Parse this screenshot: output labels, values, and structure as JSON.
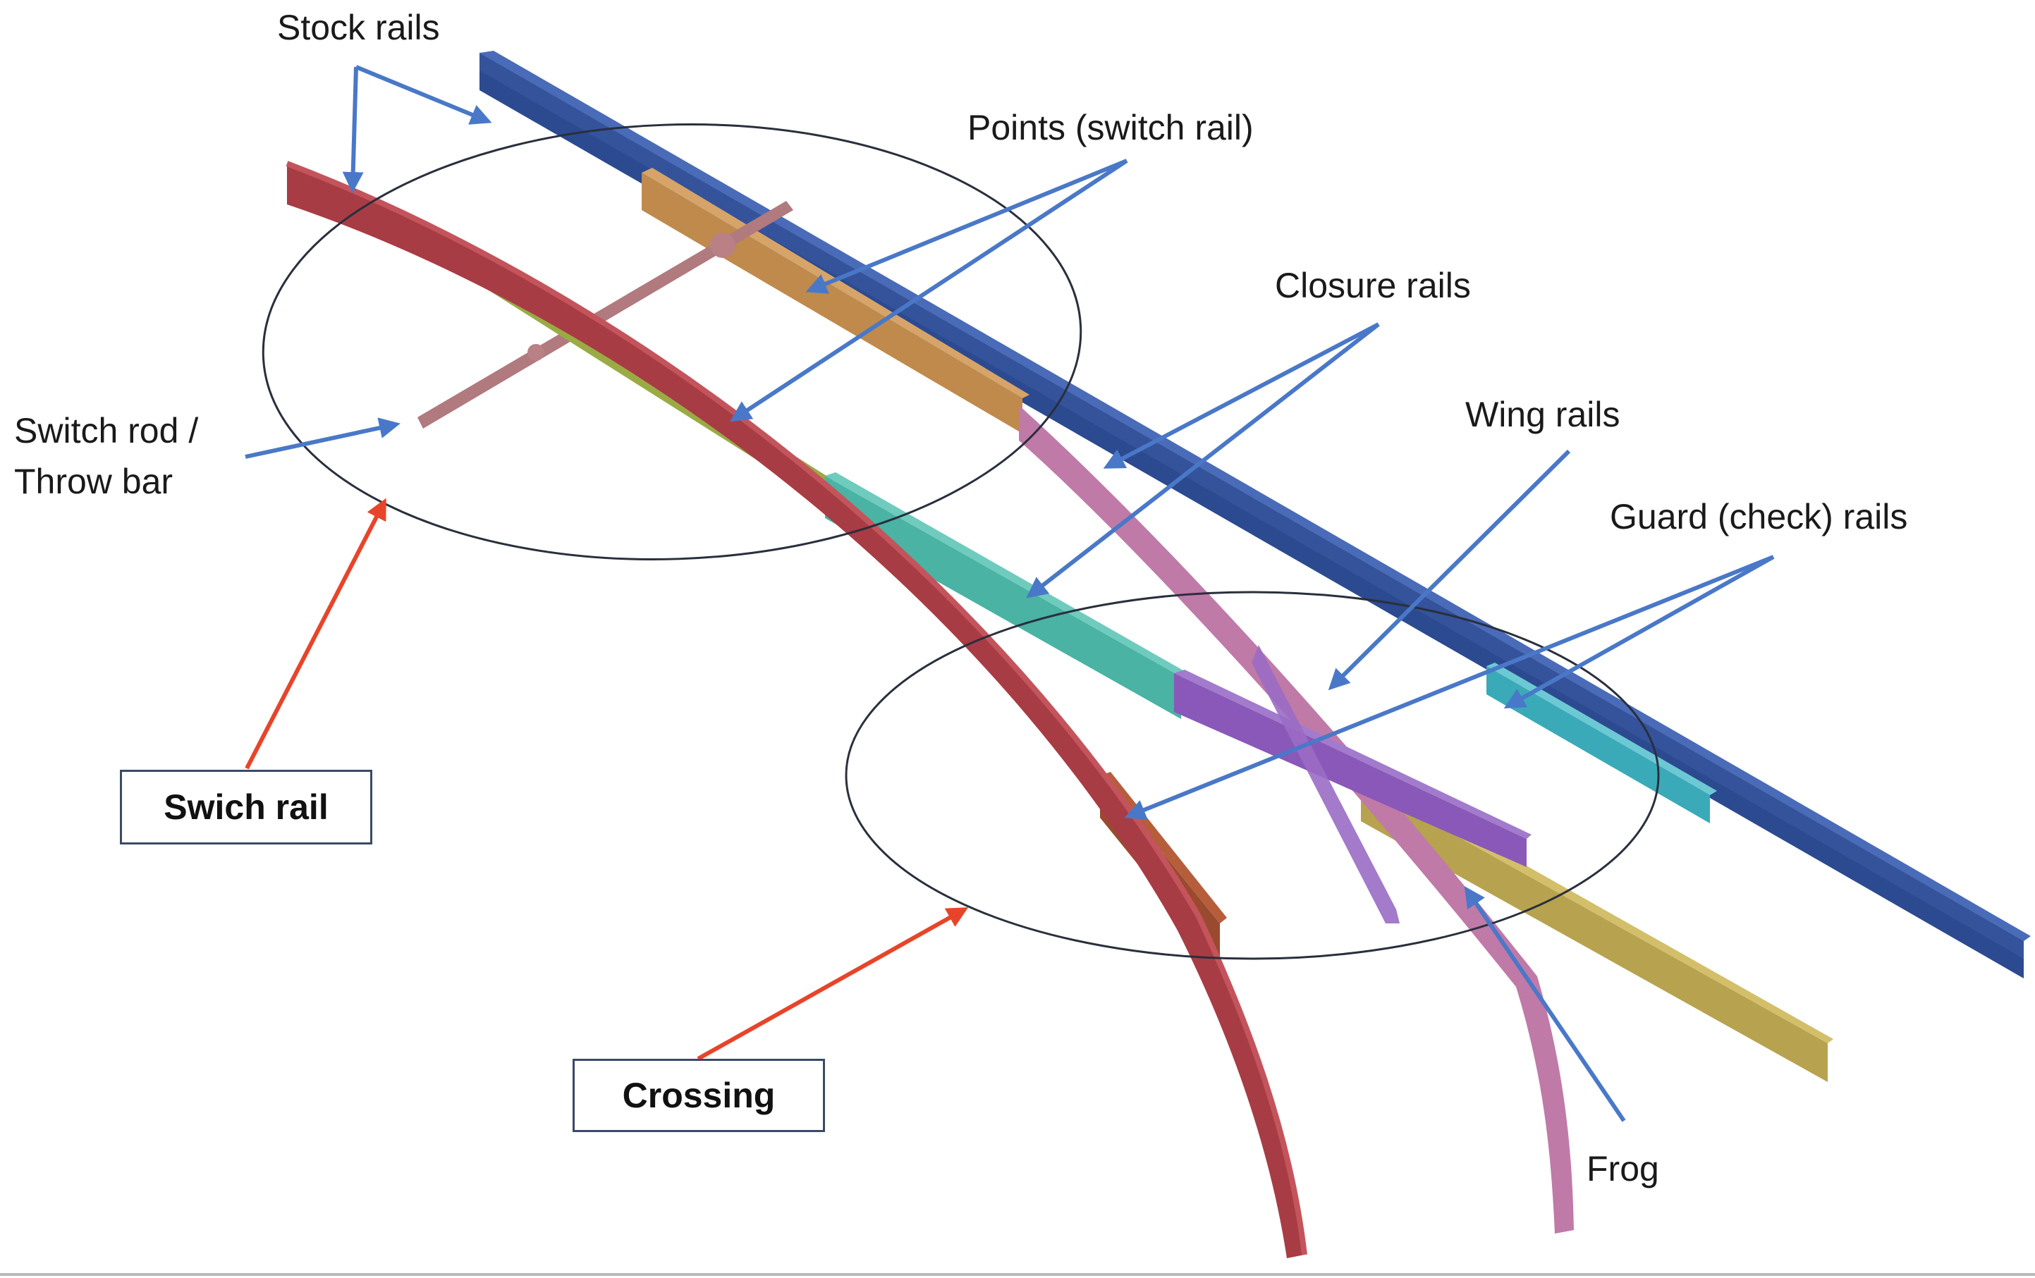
{
  "labels": {
    "stock_rails": "Stock rails",
    "points": "Points (switch rail)",
    "closure_rails": "Closure rails",
    "wing_rails": "Wing rails",
    "guard_rails": "Guard (check) rails",
    "switch_rod_line1": "Switch rod /",
    "switch_rod_line2": "Throw bar",
    "frog": "Frog"
  },
  "boxes": {
    "switch_rail": "Swich rail",
    "crossing": "Crossing"
  },
  "colors": {
    "stock_rail_outer": "#34539b",
    "stock_rail_inner": "#b0464e",
    "switch_point": "#c08a4d",
    "point_green": "#9aab45",
    "closure_rail": "#4ab3a3",
    "wing_rail": "#8a58b8",
    "crossing_rail": "#c07aa8",
    "frog_rail": "#b7a24f",
    "guard_rail": "#3aaab8",
    "guard_rail_inner": "#9a4a2e",
    "throw_bar": "#b07a7e",
    "callout_blue": "#4a78c8",
    "callout_red": "#e8442a",
    "ellipse": "#2a2f3d"
  }
}
